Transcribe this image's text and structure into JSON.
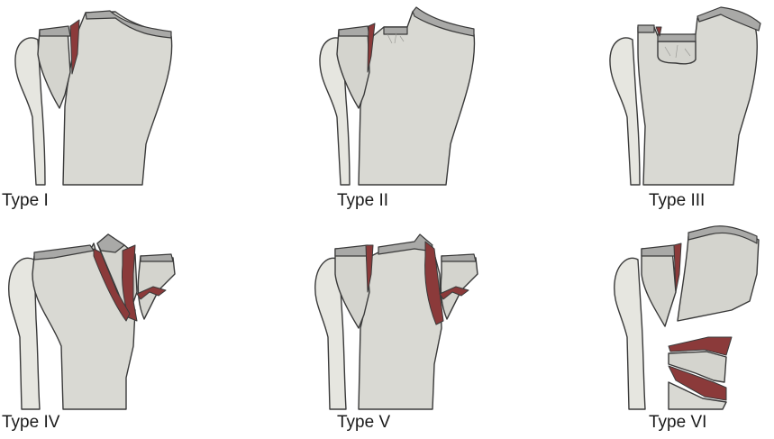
{
  "figure": {
    "panels": [
      {
        "label": "Type I"
      },
      {
        "label": "Type II"
      },
      {
        "label": "Type III"
      },
      {
        "label": "Type IV"
      },
      {
        "label": "Type V"
      },
      {
        "label": "Type VI"
      }
    ]
  },
  "colors": {
    "bone": "#d9d9d3",
    "cartilage": "#a9a9a7",
    "fracture": "#8b3a3a"
  }
}
